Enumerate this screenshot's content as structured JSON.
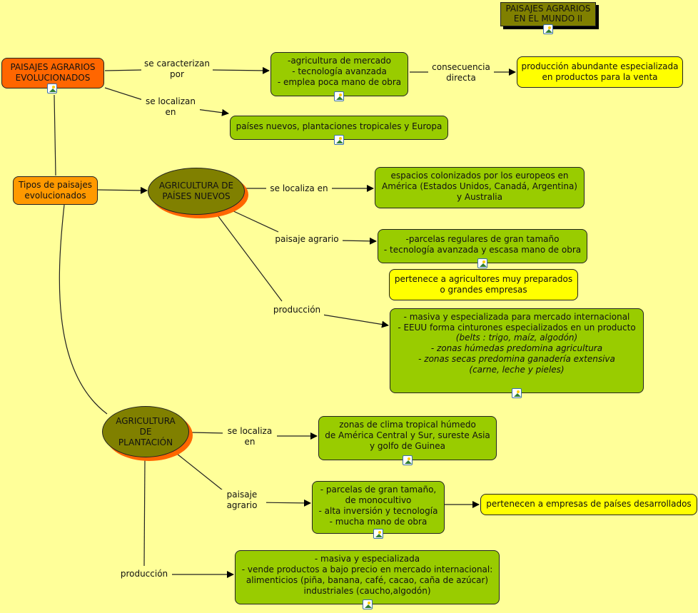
{
  "title": {
    "line1": "PAISAJES AGRARIOS",
    "line2": "EN EL MUNDO II"
  },
  "nodes": {
    "root": "PAISAJES AGRARIOS\nEVOLUCIONADOS",
    "caracteristicas": "-agricultura de mercado\n- tecnología avanzada\n- emplea poca mano de obra",
    "produccion_abundante": "producción abundante especializada\nen productos para la venta",
    "localizacion": "países nuevos, plantaciones tropicales y Europa",
    "tipos": "Tipos de paisajes\nevolucionados",
    "paises_nuevos": "AGRICULTURA DE\nPAÍSES NUEVOS",
    "pn_localiza": "espacios colonizados por los europeos en\nAmérica (Estados Unidos, Canadá, Argentina)\ny Australia",
    "pn_paisaje": "-parcelas regulares de gran tamaño\n- tecnología avanzada y escasa mano de obra",
    "pn_pertenece": "pertenece a agricultores muy preparados\no grandes empresas",
    "pn_produccion": {
      "line1": "- masiva y especializada para mercado internacional",
      "line2": "- EEUU forma cinturones especializados en un producto",
      "line3": "(belts :  trigo, maíz, algodón)",
      "line4": "- zonas húmedas predomina agricultura",
      "line5": "- zonas secas predomina ganadería extensiva",
      "line6": "(carne, leche y pieles)"
    },
    "plantacion": "AGRICULTURA\nDE\nPLANTACIÓN",
    "pl_localiza": "zonas de clima tropical húmedo\nde América Central y Sur, sureste Asia\ny golfo de Guinea",
    "pl_paisaje": "- parcelas de gran tamaño,\nde monocultivo\n- alta inversión y tecnología\n- mucha mano de obra",
    "pl_pertenece": "pertenecen a empresas de países desarrollados",
    "pl_produccion": "- masiva y especializada\n- vende productos a bajo precio en mercado internacional:\nalimenticios (piña, banana, café, cacao, caña de azúcar)\nindustriales (caucho,algodón)"
  },
  "links": {
    "caracterizan": "se caracterizan\npor",
    "consecuencia": "consecuencia\ndirecta",
    "localizan": "se localizan\nen",
    "pn_localiza": "se localiza en",
    "pn_paisaje": "paisaje agrario",
    "pn_produccion": "producción",
    "pl_localiza": "se localiza\nen",
    "pl_paisaje": "paisaje\nagrario",
    "pl_produccion": "producción"
  },
  "colors": {
    "background": "#ffff99",
    "concept_green": "#99cc00",
    "concept_yellow": "#ffff00",
    "root_orange": "#ff6600",
    "type_orange": "#ff9900",
    "ellipse_olive": "#808000"
  }
}
